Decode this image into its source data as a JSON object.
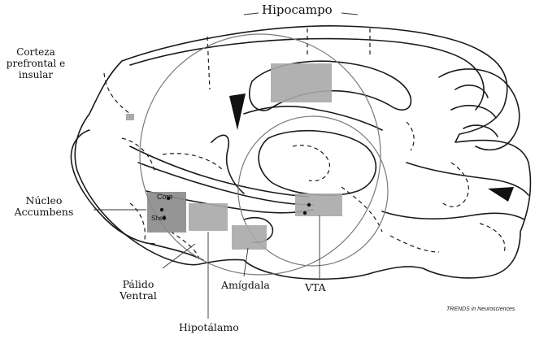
{
  "labels": {
    "hipocampo": "Hipocampo",
    "corteza": [
      "Corteza",
      "prefrontal e",
      "insular"
    ],
    "nucleo": [
      "Núcleo",
      "Accumbens"
    ],
    "core": "Core",
    "shell": "Shell",
    "palido": [
      "Pálido",
      "Ventral"
    ],
    "amigdala": "Amígdala",
    "vta": "VTA",
    "hipotalamo": "Hipotálamo"
  },
  "credit": "TRENDS in Neurosciences",
  "colors": {
    "line": "#1a1a1a",
    "region": "#a9a9a9",
    "region_dark": "#8a8a8a",
    "circle": "#777777"
  }
}
